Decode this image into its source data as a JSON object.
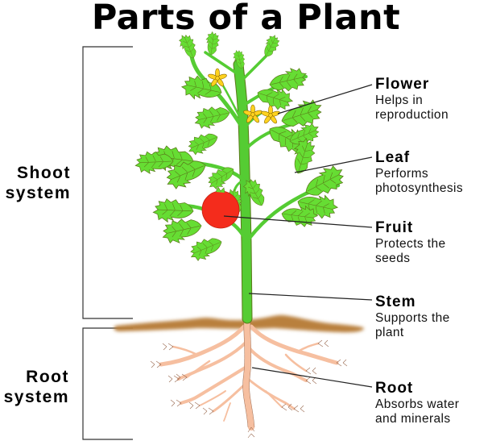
{
  "title": "Parts of a Plant",
  "systems": [
    {
      "id": "shoot",
      "line1": "Shoot",
      "line2": "system"
    },
    {
      "id": "root",
      "line1": "Root",
      "line2": "system"
    }
  ],
  "parts": [
    {
      "id": "flower",
      "name": "Flower",
      "desc_line1": "Helps in",
      "desc_line2": "reproduction"
    },
    {
      "id": "leaf",
      "name": "Leaf",
      "desc_line1": "Performs",
      "desc_line2": "photosynthesis"
    },
    {
      "id": "fruit",
      "name": "Fruit",
      "desc_line1": "Protects the",
      "desc_line2": "seeds"
    },
    {
      "id": "stem",
      "name": "Stem",
      "desc_line1": "Supports the",
      "desc_line2": "plant"
    },
    {
      "id": "root",
      "name": "Root",
      "desc_line1": "Absorbs water",
      "desc_line2": "and minerals"
    }
  ],
  "colors": {
    "leaf": "#66dd33",
    "leaf_outline": "#5a7a1a",
    "stem": "#55cc33",
    "flower": "#ffd21f",
    "fruit": "#f42c1c",
    "root": "#f6bfa0",
    "soil": "#b9803e",
    "line": "#222222"
  }
}
